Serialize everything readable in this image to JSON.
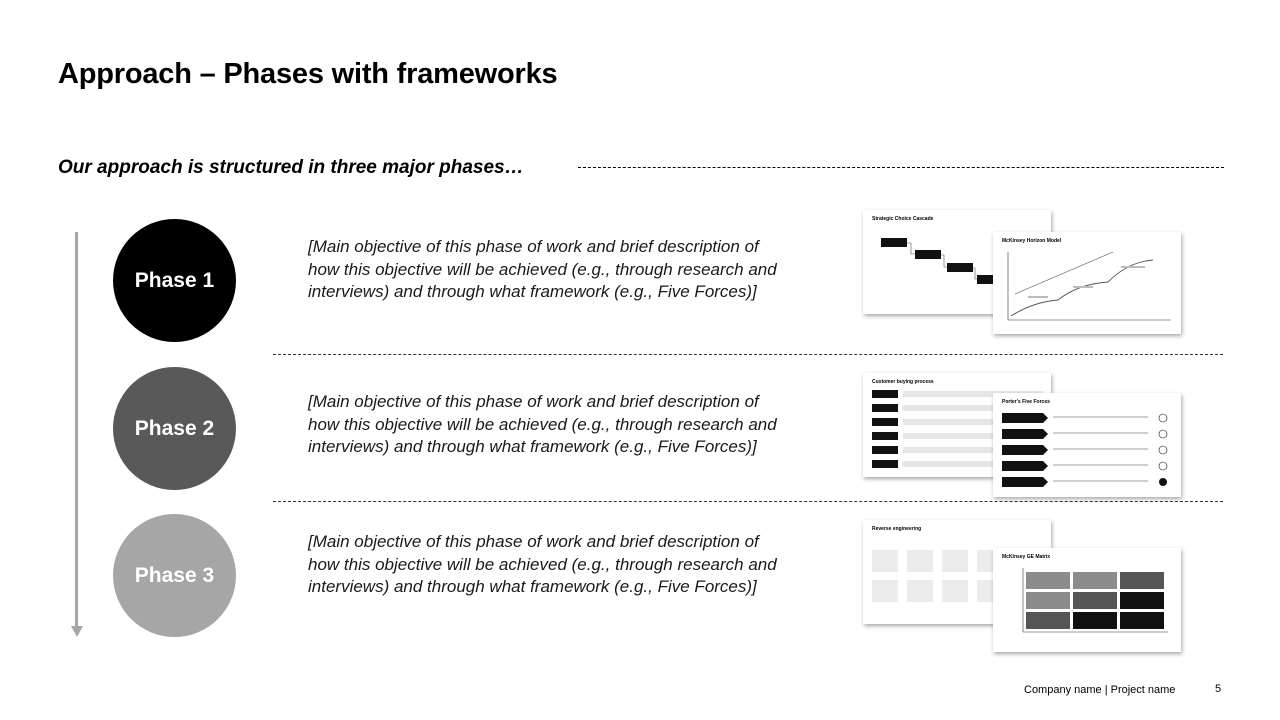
{
  "slide": {
    "title": "Approach – Phases with frameworks",
    "subtitle": "Our approach is structured in three major phases…",
    "footer": "Company name | Project name",
    "page_number": "5"
  },
  "phases": [
    {
      "label": "Phase 1",
      "color": "#000000",
      "description": "[Main objective of this phase of work and brief description of how this objective will be achieved (e.g., through research and interviews) and through what framework (e.g., Five Forces)]",
      "frameworks": [
        "Strategic Choice Cascade",
        "McKinsey Horizon Model"
      ]
    },
    {
      "label": "Phase 2",
      "color": "#595959",
      "description": "[Main objective of this phase of work and brief description of how this objective will be achieved (e.g., through research and interviews) and through what framework (e.g., Five Forces)]",
      "frameworks": [
        "Customer buying process",
        "Porter's Five Forces"
      ]
    },
    {
      "label": "Phase 3",
      "color": "#a6a6a6",
      "description": "[Main objective of this phase of work and brief description of how this objective will be achieved (e.g., through research and interviews) and through what framework (e.g., Five Forces)]",
      "frameworks": [
        "Reverse engineering",
        "McKinsey GE Matrix"
      ]
    }
  ]
}
